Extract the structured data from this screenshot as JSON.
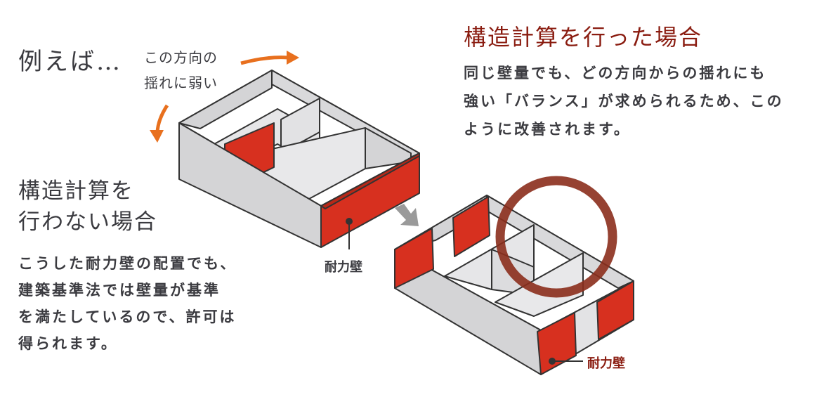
{
  "left": {
    "example": "例えば…",
    "direction_line1": "この方向の",
    "direction_line2": "揺れに弱い",
    "title": "構造計算を\n行わない場合",
    "body": "こうした耐力壁の配置でも、\n建築基準法では壁量が基準\nを満たしているので、許可は\n得られます。",
    "wall_label": "耐力壁"
  },
  "right": {
    "title": "構造計算を行った場合",
    "body": "同じ壁量でも、どの方向からの揺れにも\n強い「バランス」が求められるため、この\nように改善されます。",
    "wall_label": "耐力壁"
  },
  "colors": {
    "text": "#3b3b40",
    "title_red": "#8a1c10",
    "wall_red": "#d7301f",
    "arrow_orange": "#e8701e",
    "circle": "#8b2e1c"
  }
}
